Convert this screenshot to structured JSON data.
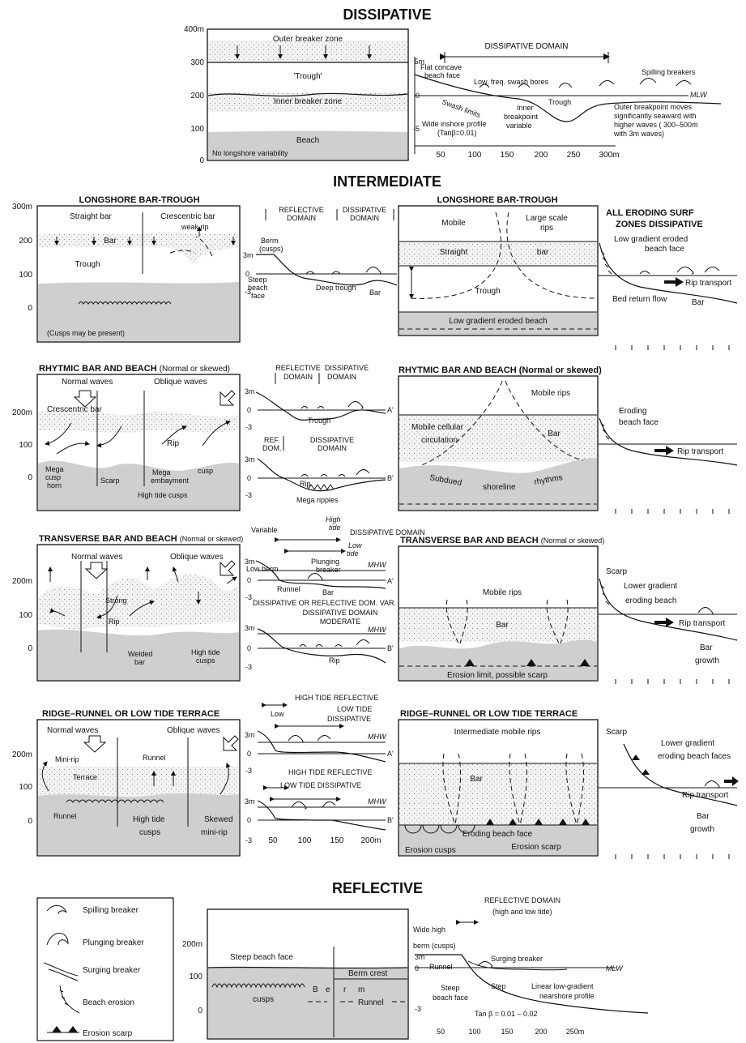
{
  "sections": {
    "dissipative": "DISSIPATIVE",
    "intermediate": "INTERMEDIATE",
    "reflective": "REFLECTIVE"
  },
  "dissipative": {
    "yticks": [
      "400m",
      "300",
      "200",
      "100",
      "0"
    ],
    "outer_breaker": "Outer breaker zone",
    "trough": "'Trough'",
    "inner_breaker": "Inner breaker zone",
    "beach": "Beach",
    "no_longshore": "No longshore variability",
    "domain": "DISSIPATIVE DOMAIN",
    "flat_face": "Flat concave",
    "flat_face2": "beach face",
    "swash_bores": "Low, freq. swash bores",
    "spilling": "Spilling breakers",
    "mlw": "MLW",
    "swash_limits": "Swash limits",
    "trough_label": "Trough",
    "inner_bp1": "Inner",
    "inner_bp2": "breakpoint",
    "inner_bp3": "variable",
    "wide1": "Wide inshore profile",
    "wide2": "(Tanβ=0.01)",
    "outer1": "Outer breakpoint moves",
    "outer2": "significantly seaward with",
    "outer3": "higher waves ( 300–500m",
    "outer4": "with 3m waves)",
    "vticks": [
      "5m",
      "0",
      "-5"
    ],
    "xticks": [
      "50",
      "100",
      "150",
      "200",
      "250",
      "300m"
    ]
  },
  "lbt": {
    "title": "LONGSHORE BAR-TROUGH",
    "yticks": [
      "300m",
      "200",
      "100",
      "0"
    ],
    "straight": "Straight bar",
    "crescentic": "Crescentric bar",
    "weak_rip": "weak rip",
    "bar": "Bar",
    "trough": "Trough",
    "cusps": "(Cusps may be present)",
    "refl_dom1": "REFLECTIVE",
    "refl_dom2": "DOMAIN",
    "diss_dom1": "DISSIPATIVE",
    "diss_dom2": "DOMAIN",
    "berm1": "Berm",
    "berm2": "(cusps)",
    "steep1": "Steep",
    "steep2": "beach",
    "steep3": "face",
    "deep_trough": "Deep trough",
    "bar2": "Bar",
    "vticks": [
      "3m",
      "0",
      "-3"
    ],
    "r_title": "LONGSHORE BAR-TROUGH",
    "mobile": "Mobile",
    "large_rips1": "Large scale",
    "large_rips2": "rips",
    "straight_r": "Straight",
    "bar_r": "bar",
    "trough_r": "Trough",
    "low_grad": "Low gradient eroded beach",
    "all1": "ALL ERODING SURF",
    "all2": "ZONES DISSIPATIVE",
    "lowgrad1": "Low gradient eroded",
    "lowgrad2": "beach face",
    "rip_transport": "Rip transport",
    "bed_return": "Bed return flow",
    "bar_p": "Bar"
  },
  "rbb": {
    "title": "RHYTMIC BAR AND BEACH",
    "title_sub": "(Normal or skewed)",
    "normal": "Normal waves",
    "oblique": "Oblique waves",
    "crescentic": "Crescentric bar",
    "rip": "Rip",
    "mega_cusp1": "Mega",
    "mega_cusp2": "cusp",
    "mega_cusp3": "horn",
    "scarp": "Scarp",
    "mega_emb1": "Mega",
    "mega_emb2": "embayment",
    "cusp": "cusp",
    "high_tide": "High tide cusps",
    "yticks": [
      "200m",
      "100",
      "0"
    ],
    "refl1": "REFLECTIVE",
    "refl2": "DOMAIN",
    "diss1": "DISSIPATIVE",
    "diss2": "DOMAIN",
    "trough": "Trough",
    "ref_dom1": "REF.",
    "ref_dom2": "DOM.",
    "diss_dom1": "DISSIPATIVE",
    "diss_dom2": "DOMAIN",
    "rip2": "Rip",
    "mega_ripples": "Mega ripples",
    "vticks": [
      "3m",
      "0",
      "-3"
    ],
    "r_title": "RHYTMIC BAR AND BEACH (Normal or skewed)",
    "mobile_rips": "Mobile rips",
    "cellular1": "Mobile cellular",
    "cellular2": "circulation",
    "bar": "Bar",
    "subdued1": "Subdued",
    "subdued2": "shoreline",
    "subdued3": "rhythms",
    "eroding1": "Eroding",
    "eroding2": "beach face",
    "rip_transport": "Rip transport"
  },
  "tbb": {
    "title": "TRANSVERSE BAR AND BEACH",
    "title_sub": "(Normal or skewed)",
    "normal": "Normal waves",
    "oblique": "Oblique waves",
    "strong": "Strong",
    "rip": "Rip",
    "welded1": "Welded",
    "welded2": "bar",
    "htc1": "High tide",
    "htc2": "cusps",
    "yticks": [
      "200m",
      "100",
      "0"
    ],
    "variable": "Variable",
    "high_tide1": "High",
    "high_tide2": "tide",
    "diss_domain": "DISSIPATIVE DOMAIN",
    "low_tide1": "Low",
    "low_tide2": "tide",
    "low_berm": "Low berm",
    "plunging1": "Plunging",
    "plunging2": "breaker",
    "mhw": "MHW",
    "runnel": "Runnel",
    "bar": "Bar",
    "var_dom": "DISSIPATIVE OR REFLECTIVE DOM. VAR.",
    "diss_dom_mod1": "DISSIPATIVE DOMAIN",
    "diss_dom_mod2": "MODERATE",
    "rip2": "Rip",
    "vticks": [
      "3m",
      "0",
      "-3"
    ],
    "r_title": "TRANSVERSE BAR AND BEACH",
    "r_title_sub": "(Normal or skewed)",
    "mobile_rips": "Mobile rips",
    "bar_r": "Bar",
    "erosion_limit": "Erosion limit, possible scarp",
    "scarp": "Scarp",
    "lower1": "Lower gradient",
    "lower2": "eroding beach",
    "rip_transport": "Rip transport",
    "bar_growth1": "Bar",
    "bar_growth2": "growth"
  },
  "rrt": {
    "title": "RIDGE–RUNNEL OR LOW TIDE TERRACE",
    "normal": "Normal waves",
    "oblique": "Oblique waves",
    "mini_rip": "Mini-rip",
    "runnel": "Runnel",
    "terrace": "Terrace",
    "runnel2": "Runnel",
    "htc1": "High tide",
    "htc2": "cusps",
    "skewed1": "Skewed",
    "skewed2": "mini-rip",
    "yticks": [
      "200m",
      "100",
      "0"
    ],
    "ht_refl": "HIGH TIDE REFLECTIVE",
    "low": "Low",
    "lt_diss1": "LOW TIDE",
    "lt_diss2": "DISSIPATIVE",
    "mhw": "MHW",
    "ht_refl2": "HIGH TIDE REFLECTIVE",
    "lt_diss3": "LOW TIDE DISSIPATIVE",
    "vticks": [
      "3m",
      "0",
      "-3"
    ],
    "xticks": [
      "50",
      "100",
      "150",
      "200m"
    ],
    "r_title": "RIDGE–RUNNEL OR LOW TIDE TERRACE",
    "inter_rips": "Intermediate mobile rips",
    "bar": "Bar",
    "eroding_face": "Eroding beach face",
    "erosion_scarp": "Erosion scarp",
    "erosion_cusps": "Erosion cusps",
    "scarp": "Scarp",
    "lower1": "Lower gradient",
    "lower2": "eroding beach faces",
    "rip_transport": "Rip transport",
    "bar_growth1": "Bar",
    "bar_growth2": "growth"
  },
  "legend": {
    "spilling": "Spilling breaker",
    "plunging": "Plunging breaker",
    "surging": "Surging breaker",
    "erosion": "Beach erosion",
    "scarp": "Erosion scarp"
  },
  "reflective": {
    "yticks": [
      "200m",
      "100",
      "0"
    ],
    "steep": "Steep beach face",
    "cusps": "cusps",
    "berm_letters": [
      "B",
      "e",
      "r",
      "m"
    ],
    "berm_crest": "Berm crest",
    "runnel": "Runnel",
    "domain1": "REFLECTIVE DOMAIN",
    "domain2": "(high and low tide)",
    "wide1": "Wide high",
    "wide2": "berm (cusps)",
    "surging": "Surging breaker",
    "runnel2": "Runnel",
    "mlw": "MLW",
    "steep1": "Steep",
    "steep2": "beach face",
    "step": "Step",
    "linear1": "Linear low-gradient",
    "linear2": "nearshore profile",
    "tan": "Tan β = 0.01 – 0.02",
    "vticks": [
      "3m",
      "0",
      "-3"
    ],
    "xticks": [
      "50",
      "100",
      "150",
      "200",
      "250m"
    ]
  }
}
